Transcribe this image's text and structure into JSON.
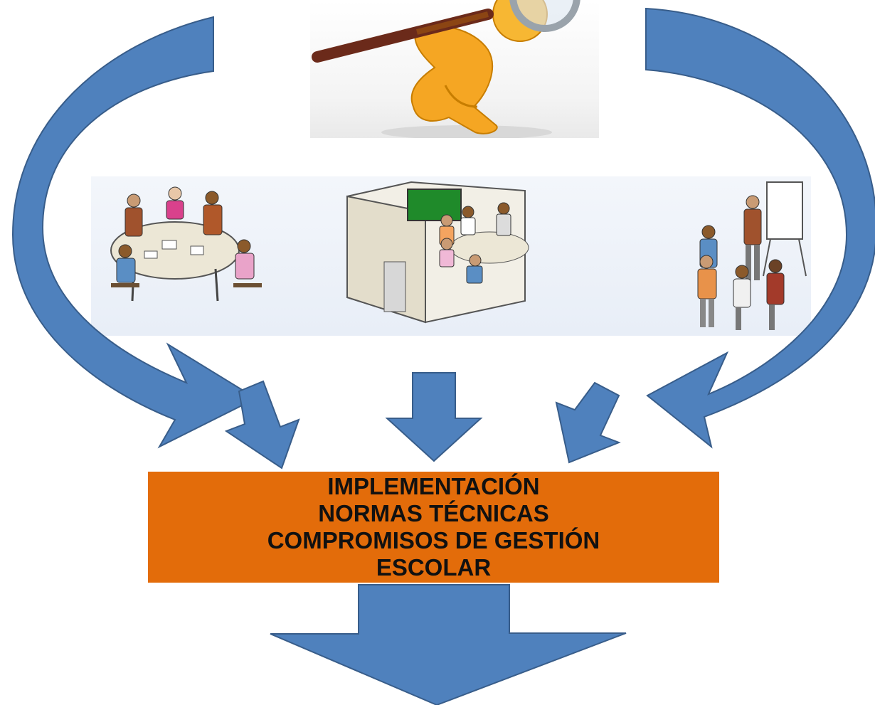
{
  "colors": {
    "arrow_fill": "#4f81bd",
    "arrow_stroke": "#385d8a",
    "box_fill": "#e36c0a",
    "box_text": "#111111"
  },
  "images": {
    "top": "magnifying-glass-figure",
    "left": "meeting-round-table",
    "center": "classroom-group",
    "right": "whiteboard-presentation"
  },
  "box": {
    "lines": [
      "IMPLEMENTACIÓN",
      "NORMAS TÉCNICAS",
      "COMPROMISOS DE GESTIÓN",
      "ESCOLAR"
    ]
  }
}
